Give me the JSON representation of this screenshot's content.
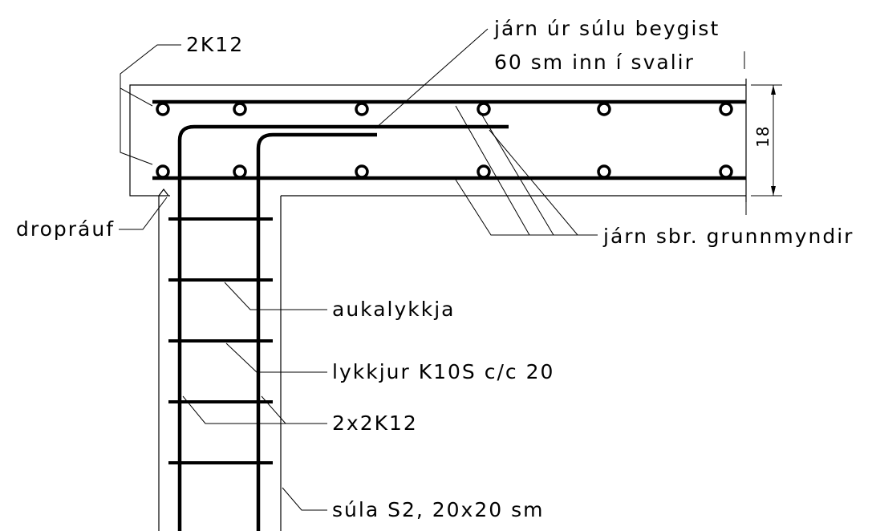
{
  "labels": {
    "top_left_bars": "2K12",
    "bent_bars_line1": "járn úr súlu beygist",
    "bent_bars_line2": "60 sm inn í svalir",
    "dimension": "18",
    "drip_groove": "dropráuf",
    "slab_bars": "járn sbr. grunnmyndir",
    "extra_loop": "aukalykkja",
    "stirrups": "lykkjur K10S c/c 20",
    "column_bars": "2x2K12",
    "column": "súla S2, 20x20 sm"
  }
}
